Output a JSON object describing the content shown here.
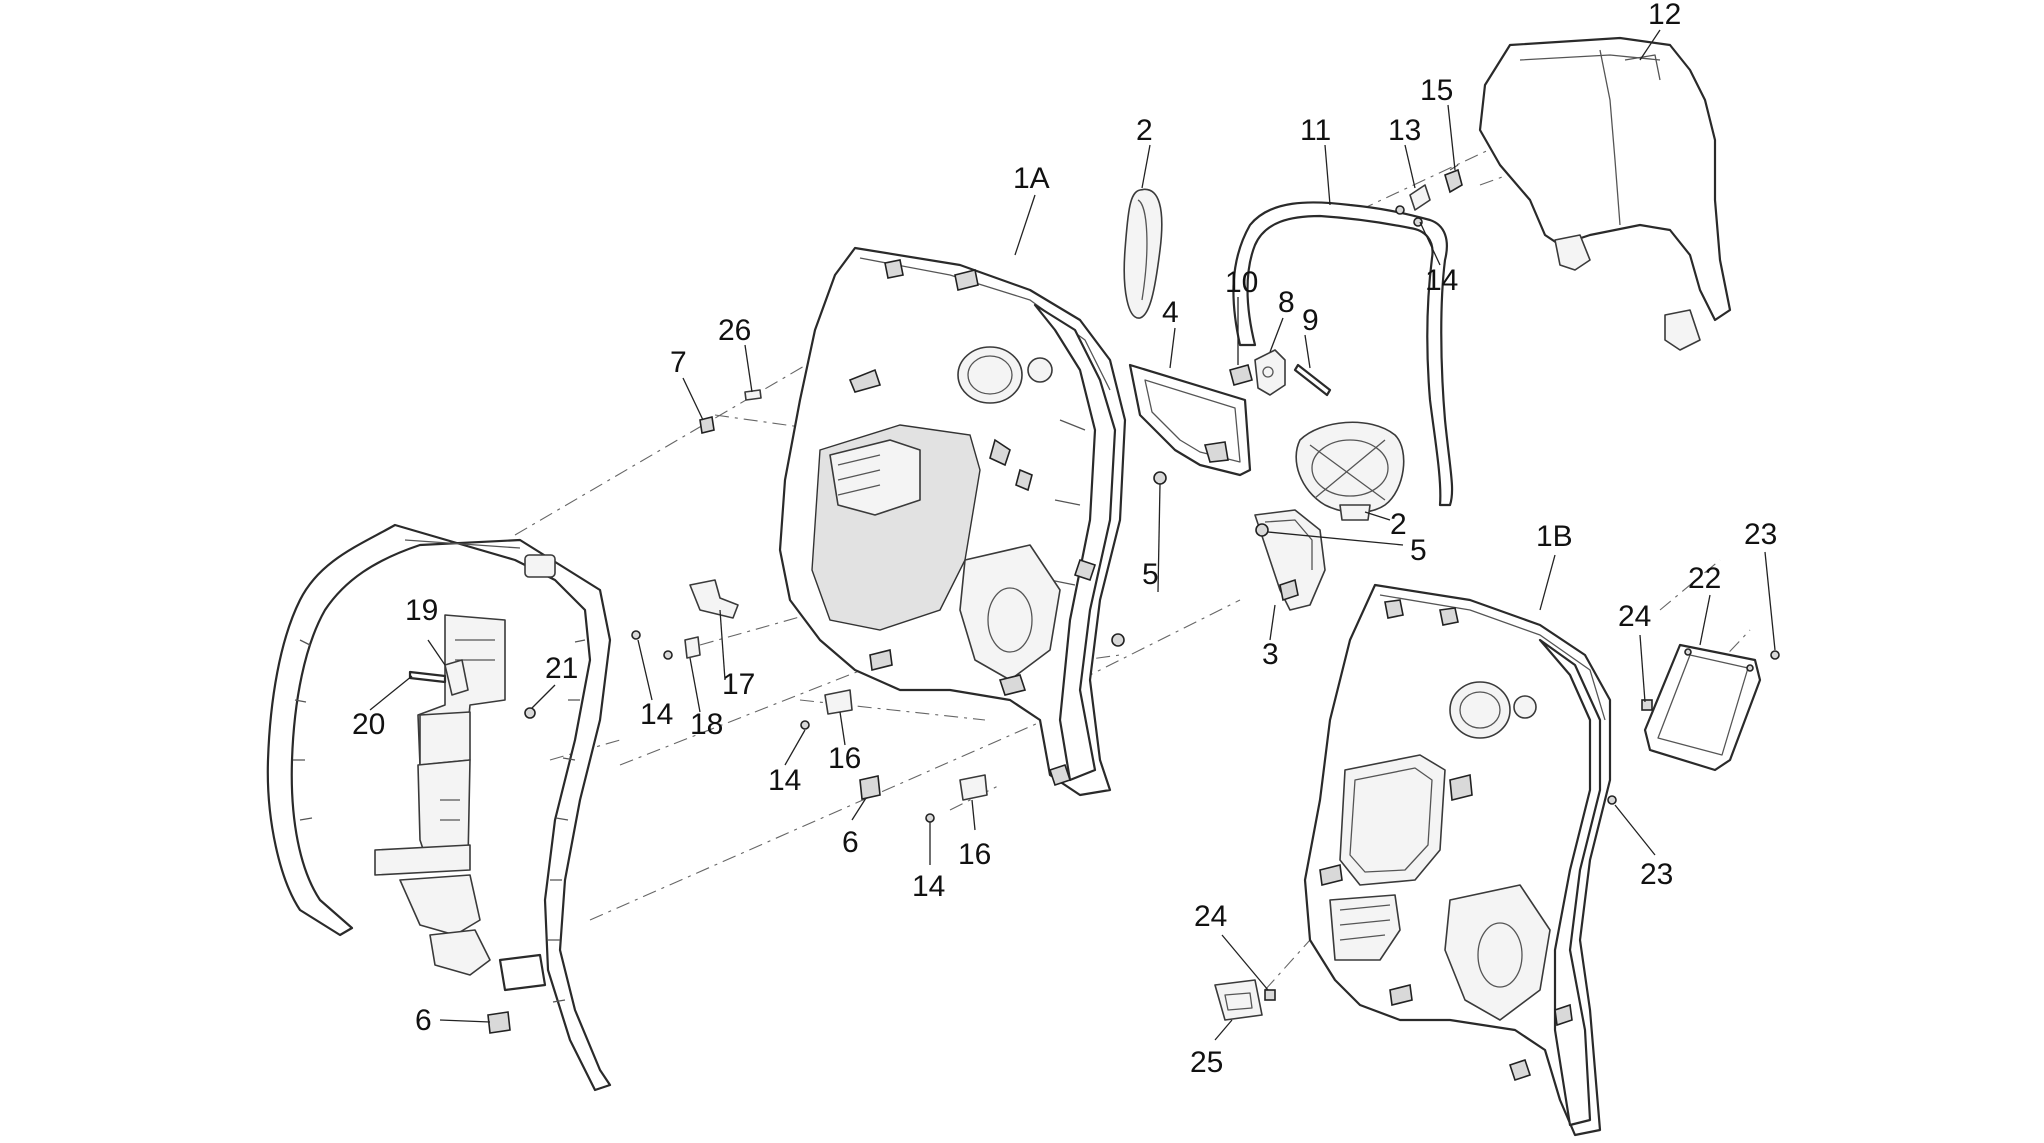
{
  "callouts": [
    {
      "id": "c-12",
      "label": "12"
    },
    {
      "id": "c-15",
      "label": "15"
    },
    {
      "id": "c-13",
      "label": "13"
    },
    {
      "id": "c-11",
      "label": "11"
    },
    {
      "id": "c-2a",
      "label": "2"
    },
    {
      "id": "c-1A",
      "label": "1A"
    },
    {
      "id": "c-14a",
      "label": "14"
    },
    {
      "id": "c-10",
      "label": "10"
    },
    {
      "id": "c-8",
      "label": "8"
    },
    {
      "id": "c-4",
      "label": "4"
    },
    {
      "id": "c-9",
      "label": "9"
    },
    {
      "id": "c-26",
      "label": "26"
    },
    {
      "id": "c-7",
      "label": "7"
    },
    {
      "id": "c-2b",
      "label": "2"
    },
    {
      "id": "c-5a",
      "label": "5"
    },
    {
      "id": "c-1B",
      "label": "1B"
    },
    {
      "id": "c-23a",
      "label": "23"
    },
    {
      "id": "c-5b",
      "label": "5"
    },
    {
      "id": "c-22",
      "label": "22"
    },
    {
      "id": "c-24a",
      "label": "24"
    },
    {
      "id": "c-19",
      "label": "19"
    },
    {
      "id": "c-21",
      "label": "21"
    },
    {
      "id": "c-3",
      "label": "3"
    },
    {
      "id": "c-17",
      "label": "17"
    },
    {
      "id": "c-20",
      "label": "20"
    },
    {
      "id": "c-14b",
      "label": "14"
    },
    {
      "id": "c-18",
      "label": "18"
    },
    {
      "id": "c-16a",
      "label": "16"
    },
    {
      "id": "c-14c",
      "label": "14"
    },
    {
      "id": "c-6a",
      "label": "6"
    },
    {
      "id": "c-16b",
      "label": "16"
    },
    {
      "id": "c-23b",
      "label": "23"
    },
    {
      "id": "c-14d",
      "label": "14"
    },
    {
      "id": "c-24b",
      "label": "24"
    },
    {
      "id": "c-6b",
      "label": "6"
    },
    {
      "id": "c-25",
      "label": "25"
    }
  ]
}
